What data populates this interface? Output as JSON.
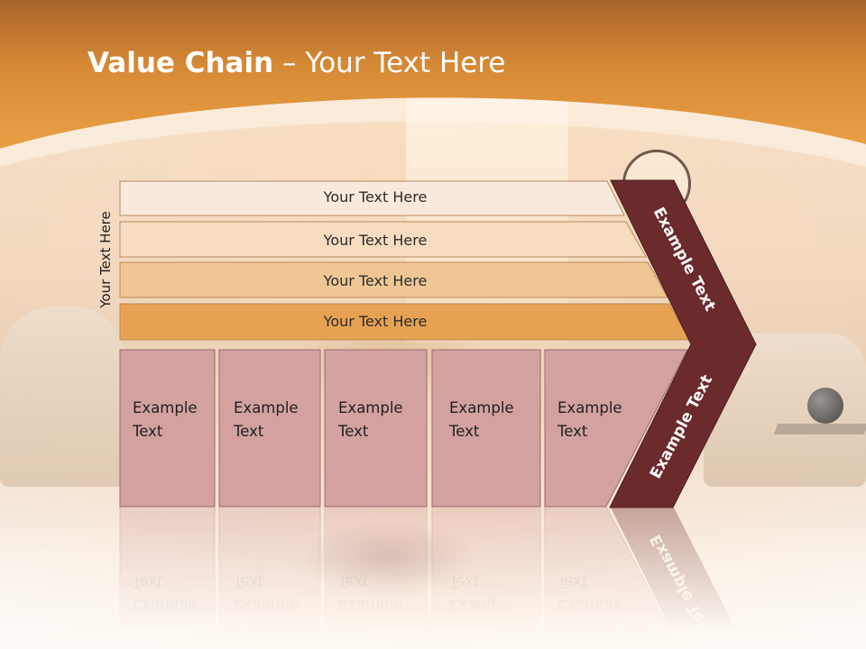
{
  "slide": {
    "title_bold": "Value Chain",
    "title_rest": " – Your Text Here",
    "side_label": "Your Text Here",
    "support_bars": [
      {
        "label": "Your Text Here",
        "color": "#faeade"
      },
      {
        "label": "Your Text Here",
        "color": "#f7dcbf"
      },
      {
        "label": "Your Text Here",
        "color": "#f0c794"
      },
      {
        "label": "Your Text Here",
        "color": "#e6a252"
      }
    ],
    "activity_boxes": [
      {
        "line1": "Example",
        "line2": "Text"
      },
      {
        "line1": "Example",
        "line2": "Text"
      },
      {
        "line1": "Example",
        "line2": "Text"
      },
      {
        "line1": "Example",
        "line2": "Text"
      },
      {
        "line1": "Example",
        "line2": "Text"
      }
    ],
    "arrow_top_label": "Example Text",
    "arrow_bottom_label": "Example Text"
  },
  "colors": {
    "header_orange": "#e08a2a",
    "activity_box_fill": "#d4a1a1",
    "arrow_fill": "#6b2a2c",
    "title_text": "#ffffff"
  }
}
